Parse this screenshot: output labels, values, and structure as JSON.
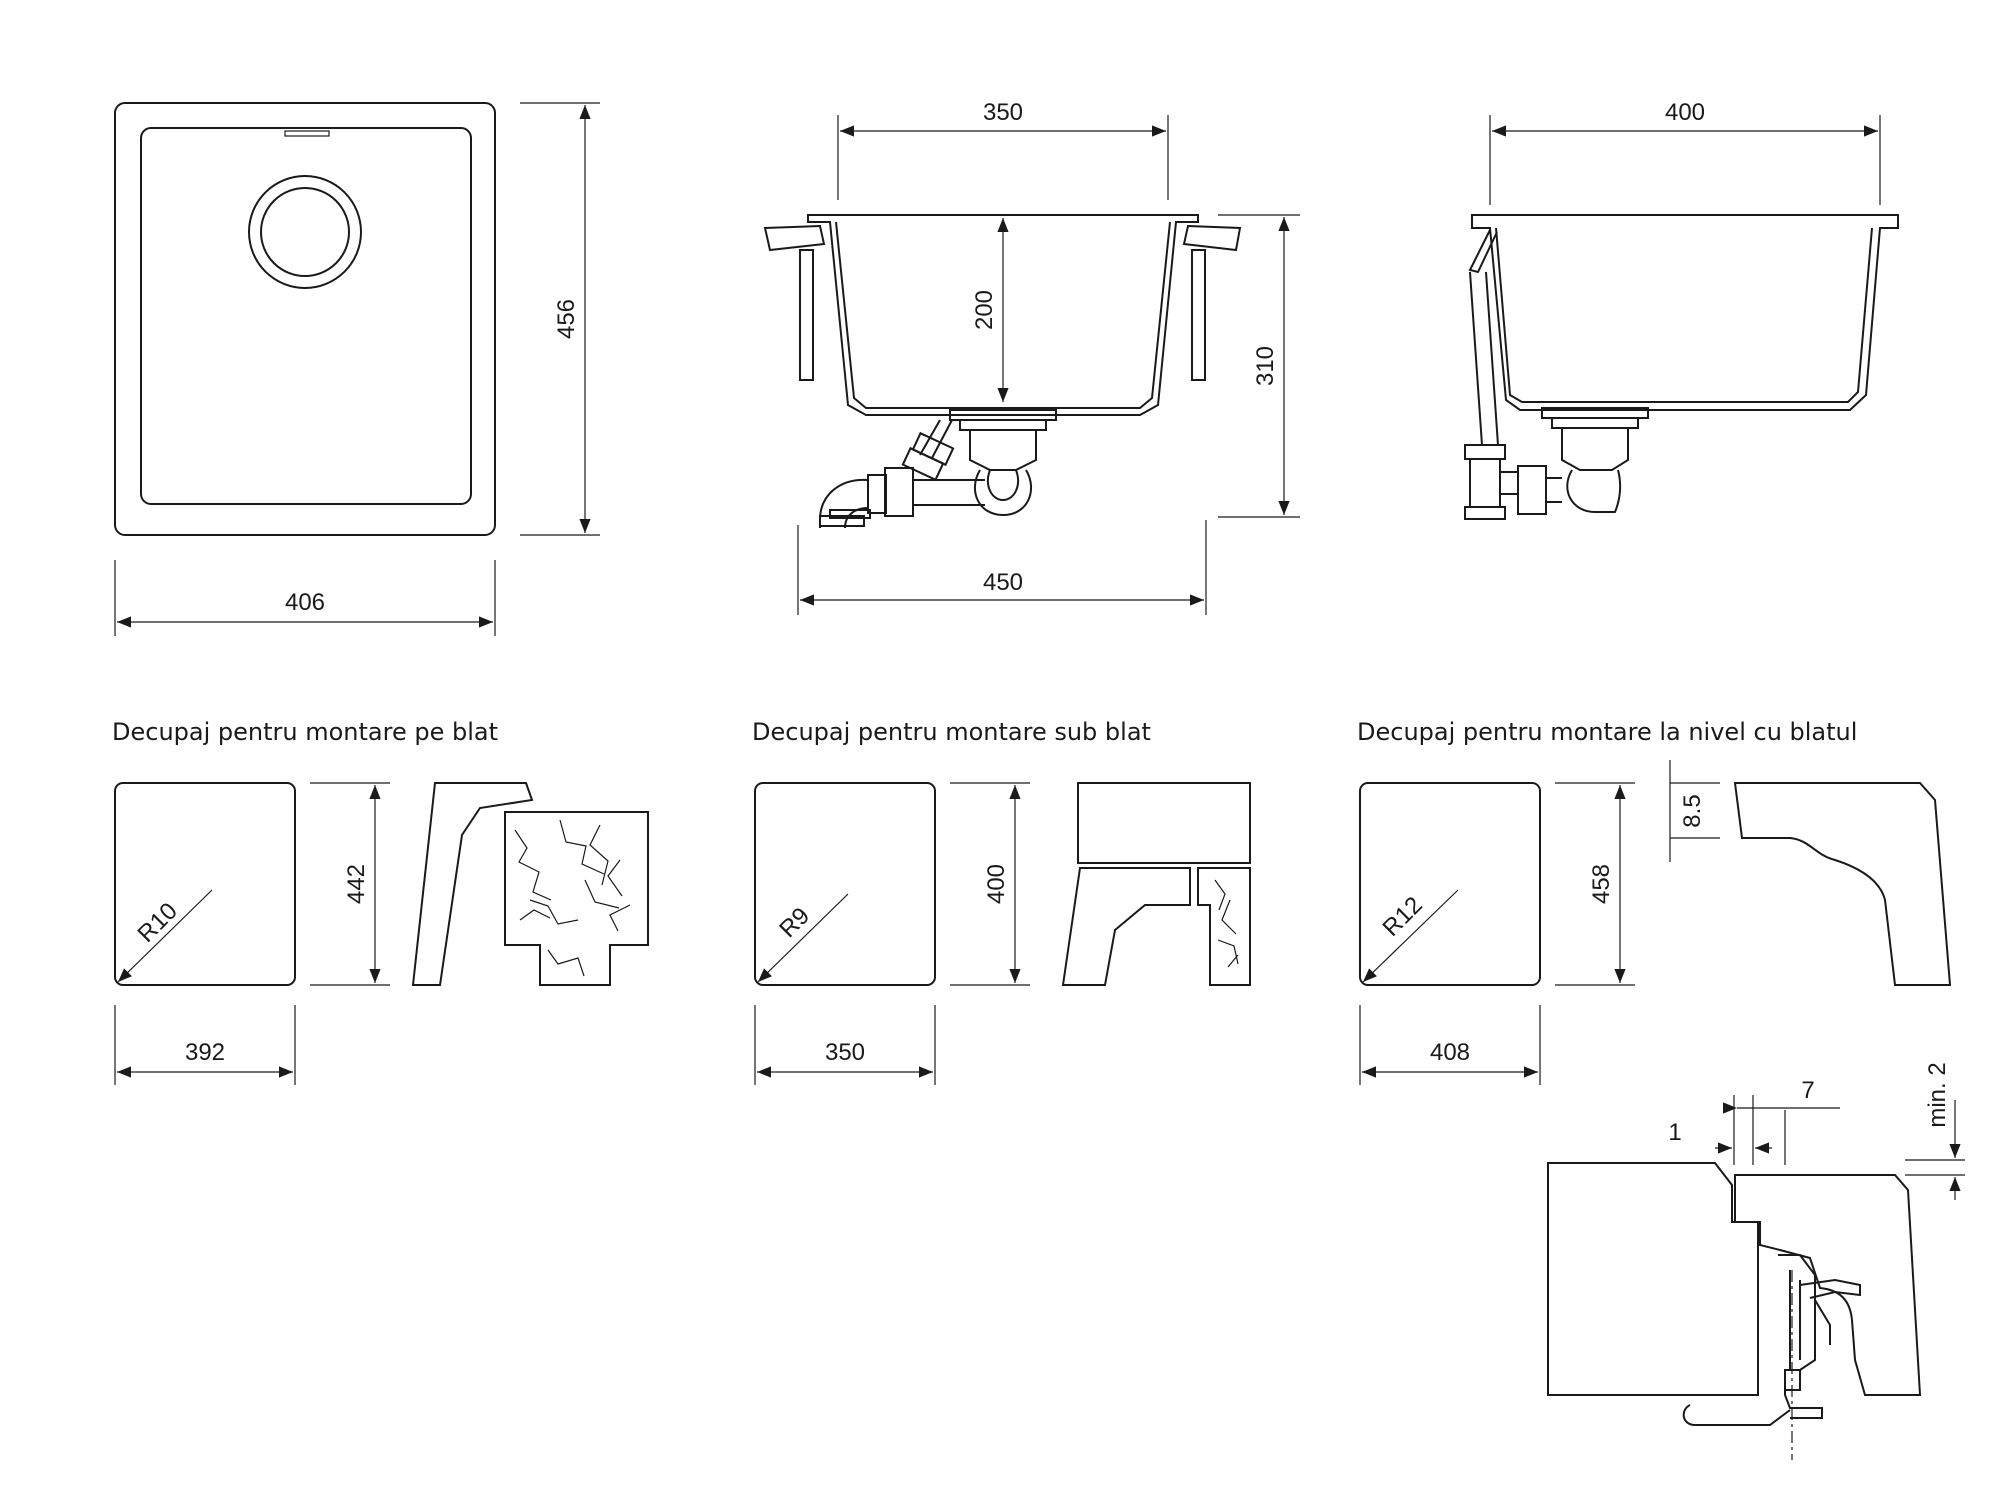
{
  "views": {
    "top": {
      "width": "406",
      "height": "456"
    },
    "front": {
      "top_width": "350",
      "bowl_depth": "200",
      "overall_height": "310",
      "overall_width": "450"
    },
    "side": {
      "top_width": "400"
    }
  },
  "cutouts": [
    {
      "caption": "Decupaj pentru montare pe blat",
      "width": "392",
      "height": "442",
      "radius": "R10"
    },
    {
      "caption": "Decupaj pentru montare sub blat",
      "width": "350",
      "height": "400",
      "radius": "R9"
    },
    {
      "caption": "Decupaj pentru montare la nivel cu blatul",
      "width": "408",
      "height": "458",
      "radius": "R12",
      "step": "8.5"
    }
  ],
  "detail": {
    "gap": "1",
    "overlap": "7",
    "min_gap": "min. 2"
  },
  "colors": {
    "line": "#1a1a1a",
    "background": "#ffffff"
  }
}
